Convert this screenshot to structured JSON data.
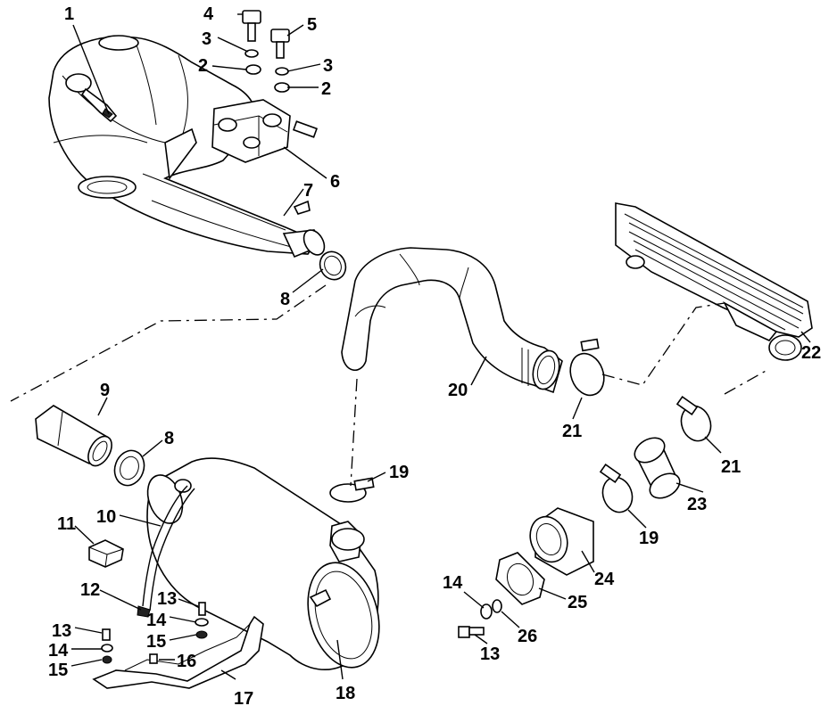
{
  "diagram": {
    "callouts": [
      {
        "id": "c1",
        "text": "1"
      },
      {
        "id": "c4",
        "text": "4"
      },
      {
        "id": "c5",
        "text": "5"
      },
      {
        "id": "c3a",
        "text": "3"
      },
      {
        "id": "c2a",
        "text": "2"
      },
      {
        "id": "c3b",
        "text": "3"
      },
      {
        "id": "c2b",
        "text": "2"
      },
      {
        "id": "c6",
        "text": "6"
      },
      {
        "id": "c7",
        "text": "7"
      },
      {
        "id": "c8a",
        "text": "8"
      },
      {
        "id": "c9",
        "text": "9"
      },
      {
        "id": "c8b",
        "text": "8"
      },
      {
        "id": "c10",
        "text": "10"
      },
      {
        "id": "c11",
        "text": "11"
      },
      {
        "id": "c12",
        "text": "12"
      },
      {
        "id": "c13a",
        "text": "13"
      },
      {
        "id": "c14a",
        "text": "14"
      },
      {
        "id": "c15a",
        "text": "15"
      },
      {
        "id": "c13b",
        "text": "13"
      },
      {
        "id": "c14b",
        "text": "14"
      },
      {
        "id": "c15b",
        "text": "15"
      },
      {
        "id": "c16",
        "text": "16"
      },
      {
        "id": "c17",
        "text": "17"
      },
      {
        "id": "c18",
        "text": "18"
      },
      {
        "id": "c19a",
        "text": "19"
      },
      {
        "id": "c20",
        "text": "20"
      },
      {
        "id": "c21a",
        "text": "21"
      },
      {
        "id": "c22",
        "text": "22"
      },
      {
        "id": "c21b",
        "text": "21"
      },
      {
        "id": "c23",
        "text": "23"
      },
      {
        "id": "c19b",
        "text": "19"
      },
      {
        "id": "c24",
        "text": "24"
      },
      {
        "id": "c25",
        "text": "25"
      },
      {
        "id": "c14c",
        "text": "14"
      },
      {
        "id": "c26",
        "text": "26"
      },
      {
        "id": "c13c",
        "text": "13"
      }
    ]
  }
}
